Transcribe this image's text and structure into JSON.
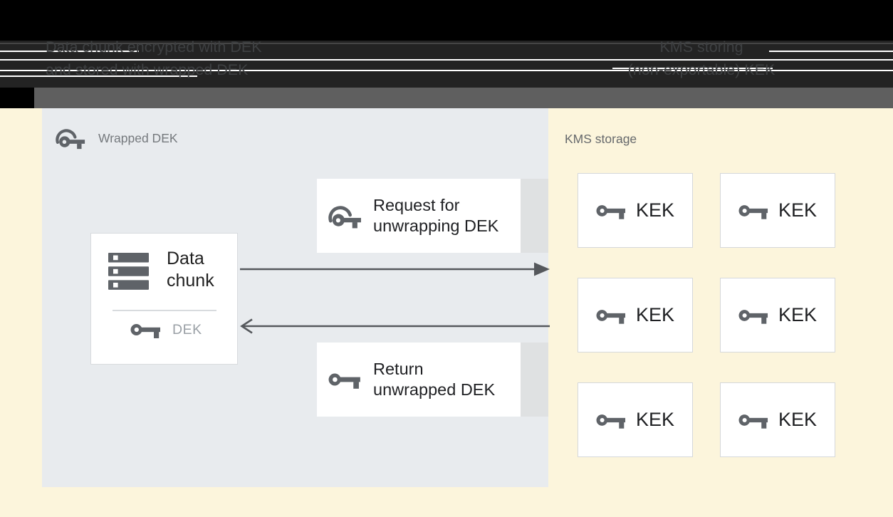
{
  "header": {
    "left_caption": {
      "line1": "Data chunk encrypted with DEK",
      "line2": "and stored with wrapped DEK"
    },
    "right_caption": {
      "line1": "KMS storing",
      "line2": "(non-exportable) KEK"
    }
  },
  "dek_panel": {
    "title": "Wrapped DEK",
    "data_chunk_box": {
      "line1": "Data",
      "line2": "chunk",
      "key_label": "DEK"
    },
    "request_box": {
      "line1": "Request for",
      "line2": "unwrapping DEK"
    },
    "return_box": {
      "line1": "Return",
      "line2": "unwrapped DEK"
    }
  },
  "kms_panel": {
    "title": "KMS storage",
    "kek_boxes": [
      {
        "label": "KEK"
      },
      {
        "label": "KEK"
      },
      {
        "label": "KEK"
      },
      {
        "label": "KEK"
      },
      {
        "label": "KEK"
      },
      {
        "label": "KEK"
      }
    ]
  },
  "icons": {
    "wrapped_key": "wrapped-key-icon",
    "plain_key": "key-icon",
    "data_chunk": "storage-icon"
  },
  "colors": {
    "background_cream": "#fcf5dc",
    "panel_gray_blue": "#e8ebee",
    "header_black": "#000000",
    "header_band": "#232323",
    "toolbar_gray": "#5f5f5f",
    "box_shadow_strip": "#dfe1e2",
    "icon_gray": "#5f6368",
    "arrow_gray": "#55585c",
    "text_dark": "#202124",
    "text_muted_gray": "#9aa0a6",
    "caption_dark_gray": "#3e4042",
    "border_light": "#d8dbde"
  }
}
